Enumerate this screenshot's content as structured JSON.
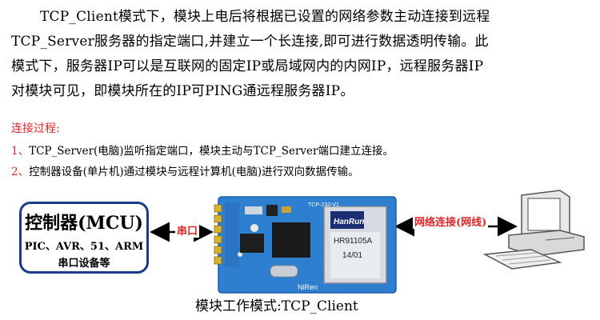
{
  "intro": {
    "line1": "TCP_Client模式下，模块上电后将根据已设置的网络参数主动连接到远程",
    "line2": "TCP_Server服务器的指定端口,并建立一个长连接,即可进行数据透明传输。此",
    "line3": "模式下，服务器IP可以是互联网的固定IP或局域网内的内网IP，远程服务器IP",
    "line4": "对模块可见，即模块所在的IP可PING通远程服务器IP。"
  },
  "process": {
    "title": "连接过程:",
    "steps": [
      {
        "num": "1、",
        "text": "TCP_Server(电脑)监听指定端口，模块主动与TCP_Server端口建立连接。"
      },
      {
        "num": "2、",
        "text": "控制器设备(单片机)通过模块与远程计算机(电脑)进行双向数据传输。"
      }
    ]
  },
  "diagram": {
    "mcu": {
      "title": "控制器(MCU)",
      "line1": "PIC、AVR、51、ARM",
      "line2": "串口设备等"
    },
    "serial_label": "串口",
    "network_label": "网络连接(网线)",
    "module": {
      "board_label": "TCP-232-V1",
      "brand": "HanRun",
      "jack_code": "HR91105A",
      "jack_date": "14/01",
      "maker": "NiRen"
    },
    "caption": "模块工作模式:TCP_Client"
  },
  "colors": {
    "accent_red": "#e0262a",
    "box_border": "#1a3a8a",
    "board_blue": "#2f7fd0"
  }
}
